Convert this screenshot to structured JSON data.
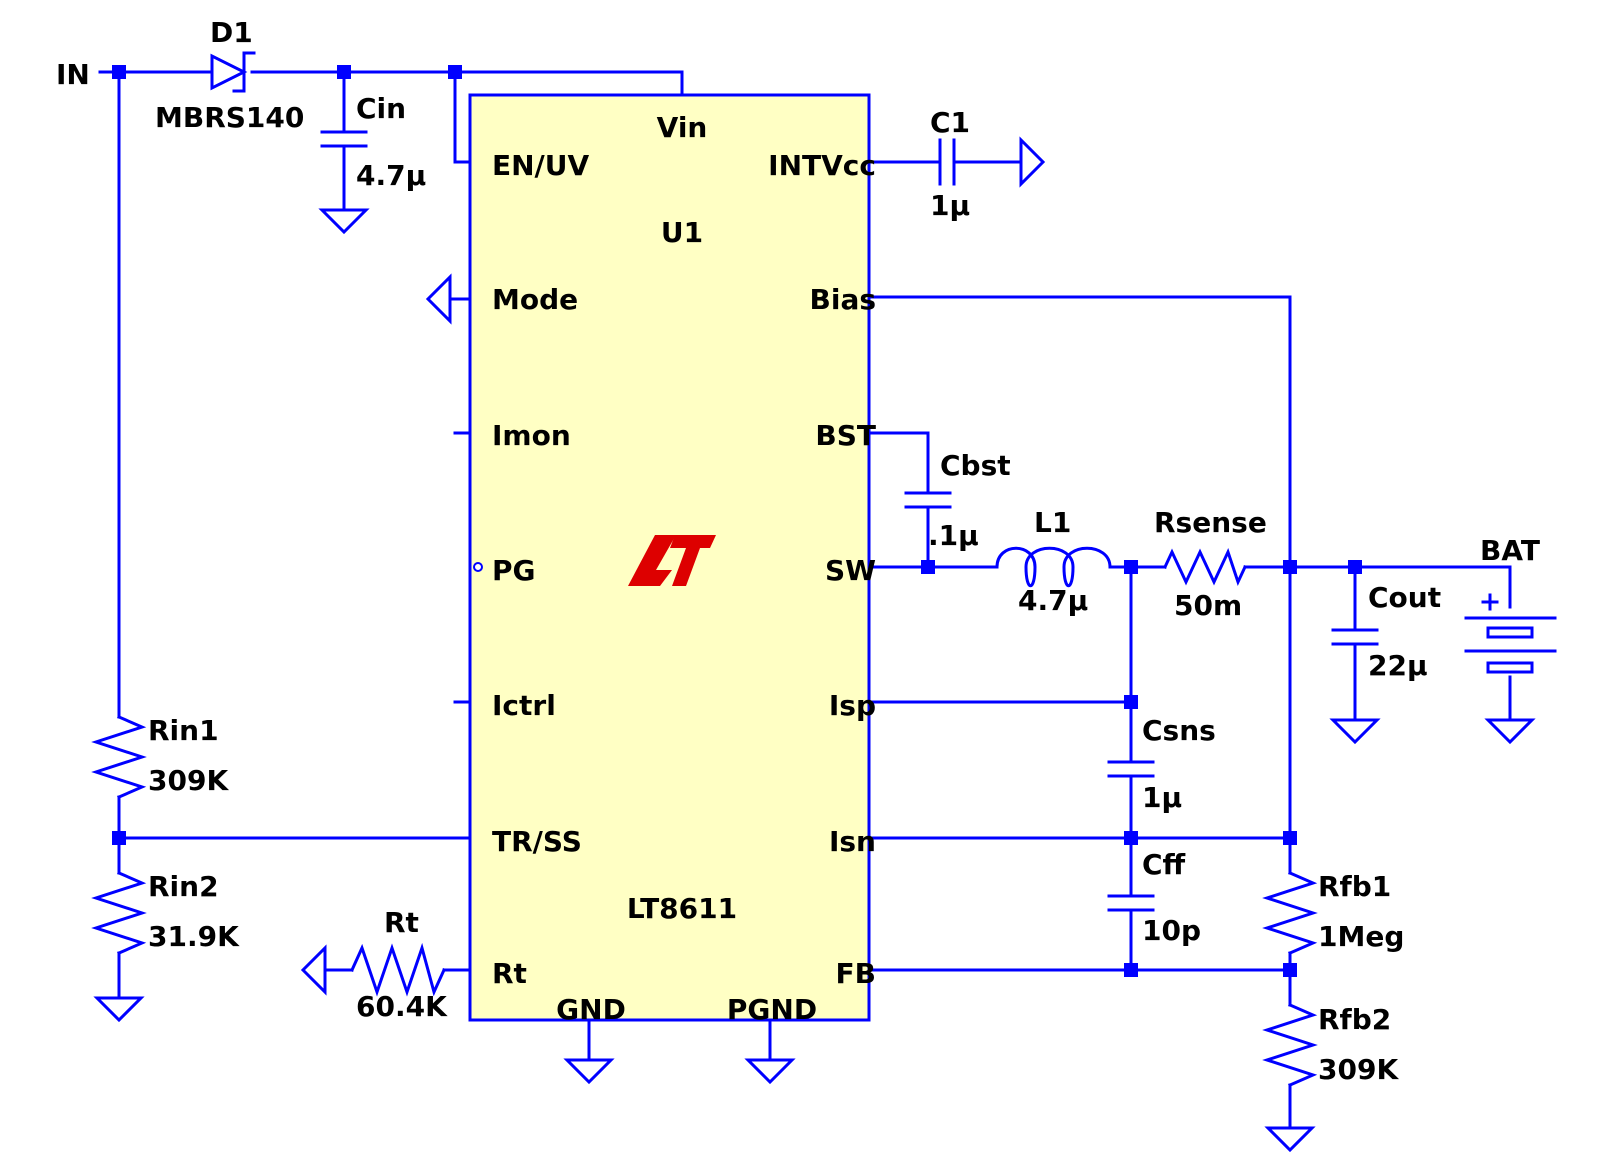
{
  "colors": {
    "wire": "#0000ff",
    "chip_fill": "#ffffc4",
    "logo": "#dd0000",
    "text": "#000000"
  },
  "chip": {
    "ref": "U1",
    "part": "LT8611"
  },
  "pins": {
    "vin": "Vin",
    "en_uv": "EN/UV",
    "intvcc": "INTVcc",
    "mode": "Mode",
    "bias": "Bias",
    "imon": "Imon",
    "bst": "BST",
    "pg": "PG",
    "sw": "SW",
    "ictrl": "Ictrl",
    "isp": "Isp",
    "tr_ss": "TR/SS",
    "isn": "Isn",
    "rt": "Rt",
    "fb": "FB",
    "gnd": "GND",
    "pgnd": "PGND"
  },
  "nets": {
    "in": "IN",
    "bat": "BAT"
  },
  "components": {
    "d1": {
      "ref": "D1",
      "value": "MBRS140"
    },
    "cin": {
      "ref": "Cin",
      "value": "4.7µ"
    },
    "c1": {
      "ref": "C1",
      "value": "1µ"
    },
    "cbst": {
      "ref": "Cbst",
      "value": ".1µ"
    },
    "l1": {
      "ref": "L1",
      "value": "4.7µ"
    },
    "rsense": {
      "ref": "Rsense",
      "value": "50m"
    },
    "cout": {
      "ref": "Cout",
      "value": "22µ"
    },
    "csns": {
      "ref": "Csns",
      "value": "1µ"
    },
    "cff": {
      "ref": "Cff",
      "value": "10p"
    },
    "rfb1": {
      "ref": "Rfb1",
      "value": "1Meg"
    },
    "rfb2": {
      "ref": "Rfb2",
      "value": "309K"
    },
    "rin1": {
      "ref": "Rin1",
      "value": "309K"
    },
    "rin2": {
      "ref": "Rin2",
      "value": "31.9K"
    },
    "rt": {
      "ref": "Rt",
      "value": "60.4K"
    }
  },
  "icons": {
    "ground": "ground-icon",
    "logo": "lt-logo-icon"
  }
}
